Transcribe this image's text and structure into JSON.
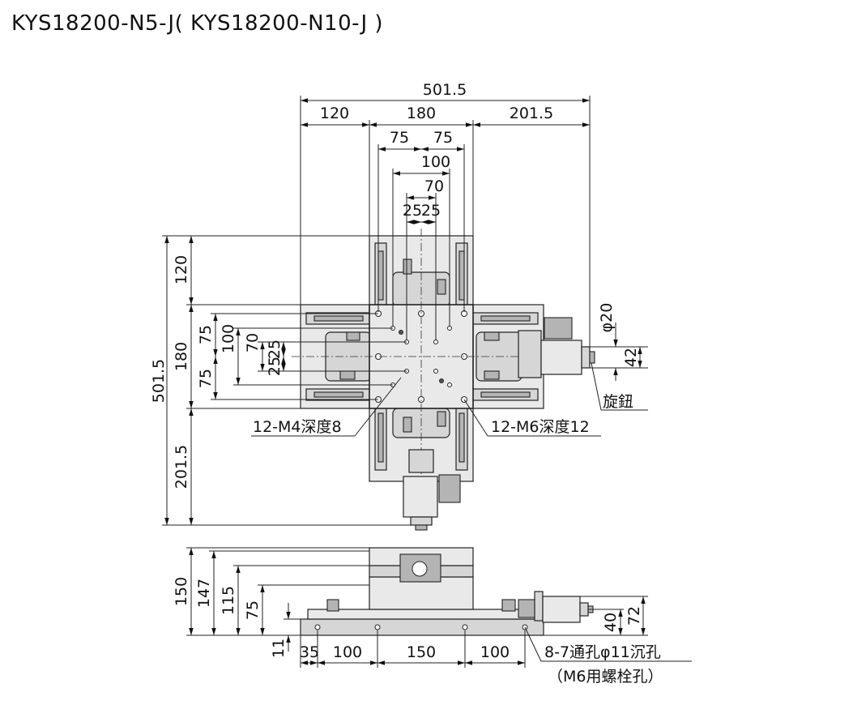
{
  "title": "KYS18200-N5-J( KYS18200-N10-J )",
  "top_view": {
    "dims_horizontal": {
      "overall": "501.5",
      "left": "120",
      "center": "180",
      "right": "201.5",
      "hole_75_left": "75",
      "hole_75_right": "75",
      "hole_100": "100",
      "hole_70": "70",
      "hole_25_left": "25",
      "hole_25_right": "25"
    },
    "dims_vertical": {
      "overall": "501.5",
      "top": "120",
      "center": "180",
      "bottom": "201.5",
      "hole_75_top": "75",
      "hole_75_bottom": "75",
      "hole_100": "100",
      "hole_70": "70",
      "hole_25_top": "25",
      "hole_25_bottom": "25"
    },
    "knob_dims": {
      "diameter": "φ20",
      "height": "42"
    },
    "labels": {
      "knob": "旋鈕",
      "m4_holes": "12-M4深度8",
      "m6_holes": "12-M6深度12"
    }
  },
  "side_view": {
    "dims_vertical": {
      "h150": "150",
      "h147": "147",
      "h115": "115",
      "h75": "75",
      "h11": "11",
      "h72": "72",
      "h40": "40"
    },
    "dims_horizontal": {
      "d35": "35",
      "d100_left": "100",
      "d150": "150",
      "d100_right": "100"
    },
    "labels": {
      "holes_line1": "8-7通孔φ11沉孔",
      "holes_line2": "（M6用螺栓孔）"
    }
  }
}
